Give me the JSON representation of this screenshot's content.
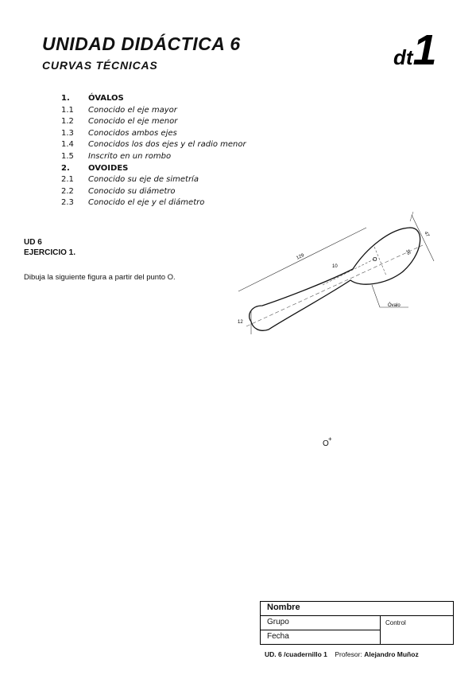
{
  "header": {
    "title": "UNIDAD DIDÁCTICA 6",
    "subtitle": "CURVAS TÉCNICAS",
    "logo_prefix": "dt",
    "logo_number": "1"
  },
  "toc": [
    {
      "num": "1.",
      "label": "ÓVALOS",
      "heading": true
    },
    {
      "num": "1.1",
      "label": "Conocido el eje mayor"
    },
    {
      "num": "1.2",
      "label": "Conocido el eje menor"
    },
    {
      "num": "1.3",
      "label": "Conocidos ambos ejes"
    },
    {
      "num": "1.4",
      "label": "Conocidos los dos ejes y el radio menor"
    },
    {
      "num": "1.5",
      "label": "Inscrito en un rombo"
    },
    {
      "num": "2.",
      "label": "OVOIDES",
      "heading": true
    },
    {
      "num": "2.1",
      "label": "Conocido su eje de simetría"
    },
    {
      "num": "2.2",
      "label": "Conocido su diámetro"
    },
    {
      "num": "2.3",
      "label": "Conocido el eje y el diámetro"
    }
  ],
  "exercise": {
    "unit": "UD 6",
    "number": "EJERCICIO 1.",
    "instruction": "Dibuja la siguiente figura a partir del punto O."
  },
  "drawing": {
    "dim_length": "129",
    "dim_width": "47",
    "dim_small": "12",
    "dim_angle": "10",
    "dim_ratio": "16",
    "center_label": "O",
    "callout": "Óvalo"
  },
  "start_point": {
    "label": "O",
    "marker": "+"
  },
  "form": {
    "name_label": "Nombre",
    "group_label": "Grupo",
    "date_label": "Fecha",
    "control_label": "Control"
  },
  "footer": {
    "unit_ref": "UD. 6 /cuadernillo 1",
    "teacher_label": "Profesor:",
    "teacher_name": "Alejandro Muñoz"
  }
}
